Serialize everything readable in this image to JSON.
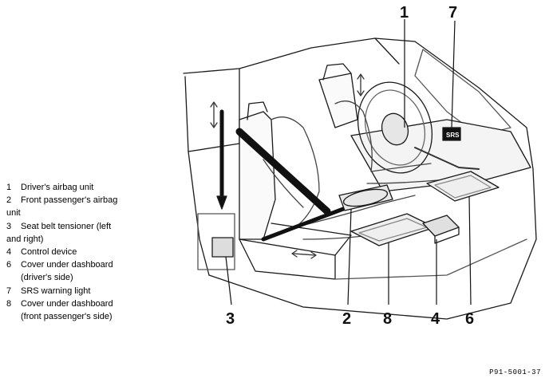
{
  "legend": [
    {
      "code": "1",
      "text": "Driver's airbag unit"
    },
    {
      "code": "2",
      "text": "Front passenger's airbag",
      "cont": "unit"
    },
    {
      "code": "3",
      "text": "Seat belt tensioner (left",
      "cont": "and right)"
    },
    {
      "code": "4",
      "text": "Control device"
    },
    {
      "code": "6",
      "text": "Cover under dashboard",
      "sub": "(driver's side)"
    },
    {
      "code": "7",
      "text": "SRS warning light"
    },
    {
      "code": "8",
      "text": "Cover under dashboard",
      "sub": "(front passenger's side)"
    }
  ],
  "callouts": [
    "1",
    "7",
    "3",
    "2",
    "8",
    "4",
    "6"
  ],
  "reference": "P91-5001-37"
}
